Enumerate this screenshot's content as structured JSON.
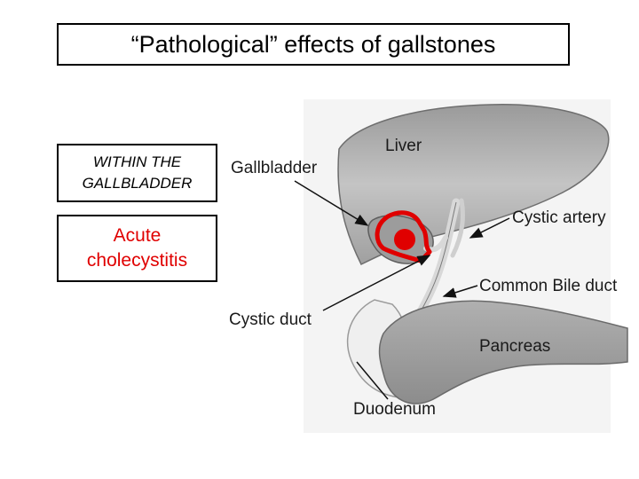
{
  "title": "“Pathological” effects of gallstones",
  "boxes": {
    "within_line1": "WITHIN THE",
    "within_line2": "GALLBLADDER",
    "acute_line1": "Acute",
    "acute_line2": "cholecystitis"
  },
  "labels": {
    "liver": "Liver",
    "gallbladder": "Gallbladder",
    "cystic_artery": "Cystic artery",
    "common_bile_duct": "Common Bile duct",
    "cystic_duct": "Cystic duct",
    "pancreas": "Pancreas",
    "duodenum": "Duodenum"
  },
  "colors": {
    "highlight": "#e00000",
    "organ": "#b8b8b8",
    "organ_dark": "#8a8a8a"
  }
}
